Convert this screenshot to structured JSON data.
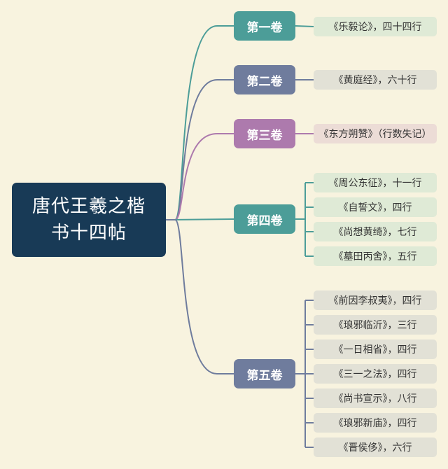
{
  "colors": {
    "background": "#f8f3df",
    "root": "#183a56",
    "teal": "#4c9d98",
    "slate": "#6f7c9d",
    "purple": "#ad7aad",
    "leaf_green": "#dfead6",
    "leaf_gray": "#e2e1d6",
    "leaf_pink": "#ecdcd6"
  },
  "root": {
    "label": "唐代王羲之楷书十四帖"
  },
  "volumes": [
    {
      "label": "第一卷",
      "color": "#4c9d98",
      "leaf_color": "#dfead6",
      "items": [
        "《乐毅论》，四十四行"
      ]
    },
    {
      "label": "第二卷",
      "color": "#6f7c9d",
      "leaf_color": "#e2e1d6",
      "items": [
        "《黄庭经》，六十行"
      ]
    },
    {
      "label": "第三卷",
      "color": "#ad7aad",
      "leaf_color": "#ecdcd6",
      "items": [
        "《东方朔赞》（行数失记）"
      ]
    },
    {
      "label": "第四卷",
      "color": "#4c9d98",
      "leaf_color": "#dfead6",
      "items": [
        "《周公东征》，十一行",
        "《自誓文》，四行",
        "《尚想黄绮》，七行",
        "《墓田丙舍》，五行"
      ]
    },
    {
      "label": "第五卷",
      "color": "#6f7c9d",
      "leaf_color": "#e2e1d6",
      "items": [
        "《前因李叔夷》，四行",
        "《琅邪临沂》，三行",
        "《一日相省》，四行",
        "《三一之法》，四行",
        "《尚书宣示》，八行",
        "《琅邪新庙》，四行",
        "《晋侯侈》，六行"
      ]
    }
  ]
}
